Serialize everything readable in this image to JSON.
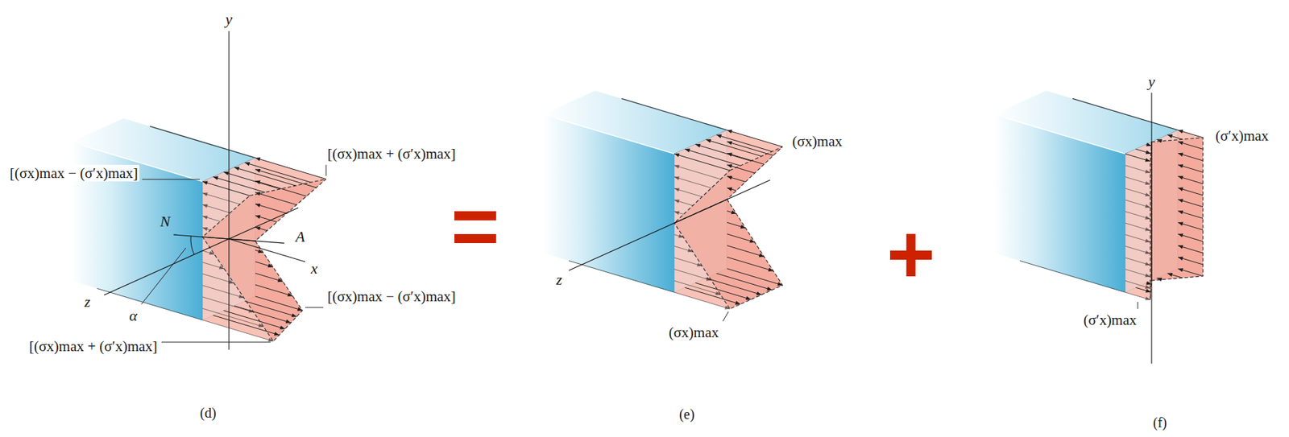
{
  "diagram": {
    "labels": [
      "y",
      "[(σx)max + (σ′x)max]",
      "[(σx)max − (σ′x)max]",
      "N",
      "A",
      "x",
      "z",
      "α",
      "[(σx)max − (σ′x)max]",
      "[(σx)max + (σ′x)max]",
      "(d)",
      "=",
      "(σx)max",
      "z",
      "(σx)max",
      "(e)",
      "+",
      "y",
      "(σ′x)max",
      "(σ′x)max",
      "(f)"
    ]
  }
}
